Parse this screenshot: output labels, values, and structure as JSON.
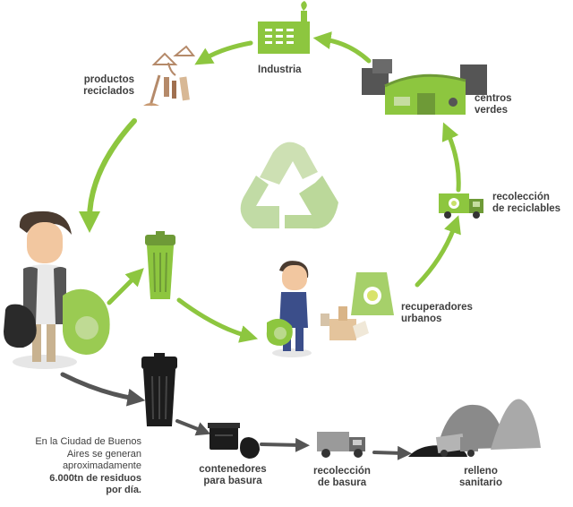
{
  "colors": {
    "green": "#8dc63f",
    "green_dark": "#6e9a37",
    "green_light": "#c5dda0",
    "gray_dark": "#555555",
    "black": "#1c1c1c",
    "text": "#3f3f3f"
  },
  "nodes": {
    "industria": {
      "label": "Industria"
    },
    "productos": {
      "line1": "productos",
      "line2": "reciclados"
    },
    "centros": {
      "line1": "centros",
      "line2": "verdes"
    },
    "recoleccion_reciclables": {
      "line1": "recolección",
      "line2": "de reciclables"
    },
    "recuperadores": {
      "line1": "recuperadores",
      "line2": "urbanos"
    },
    "contenedores": {
      "line1": "contenedores",
      "line2": "para basura"
    },
    "recoleccion_basura": {
      "line1": "recolección",
      "line2": "de basura"
    },
    "relleno": {
      "line1": "relleno",
      "line2": "sanitario"
    }
  },
  "note": {
    "line1": "En la Ciudad de Buenos",
    "line2": "Aires se generan",
    "line3": "aproximadamente",
    "line4": "6.000tn de residuos",
    "line5": "por día."
  },
  "icons": [
    "factory-icon",
    "recycled-products-icon",
    "green-center-icon",
    "recycle-truck-icon",
    "recycle-symbol-icon",
    "person-icon",
    "green-bin-icon",
    "black-bin-icon",
    "recycler-worker-icon",
    "garbage-truck-icon",
    "landfill-icon"
  ]
}
